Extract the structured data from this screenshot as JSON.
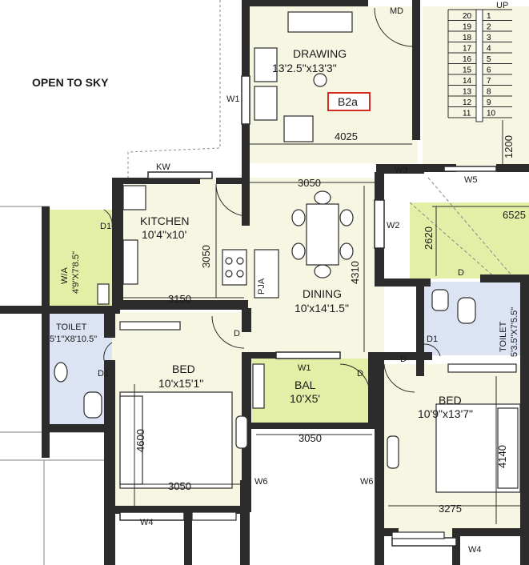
{
  "open_to_sky": "OPEN TO SKY",
  "unit_tag": "B2a",
  "rooms": {
    "drawing": {
      "name": "DRAWING",
      "size": "13'2.5\"x13'3\""
    },
    "kitchen": {
      "name": "KITCHEN",
      "size": "10'4\"x10'"
    },
    "dining": {
      "name": "DINING",
      "size": "10'x14'1.5\""
    },
    "bed1": {
      "name": "BED",
      "size": "10'x15'1\""
    },
    "bed2": {
      "name": "BED",
      "size": "10'9\"x13'7\""
    },
    "bal": {
      "name": "BAL",
      "size": "10'X5'"
    },
    "toilet1": {
      "name": "TOILET",
      "size": "5'1\"X8'10.5\""
    },
    "toilet2": {
      "name": "TOILET",
      "size": "5'3.5\"X7'5.5\""
    },
    "wa": {
      "name": "W/A",
      "size": "4'9\"X7'8.5\""
    }
  },
  "labels": {
    "md": "MD",
    "up": "UP",
    "kw": "KW",
    "pja": "PJA",
    "w1a": "W1",
    "w1b": "W1",
    "w2": "W2",
    "w3": "W3",
    "w4a": "W4",
    "w4b": "W4",
    "w5": "W5",
    "w6a": "W6",
    "w6b": "W6",
    "d1a": "D1",
    "d1b": "D1",
    "d1c": "D1",
    "da": "D",
    "db": "D",
    "dc": "D",
    "dd": "D"
  },
  "dimensions": {
    "d4025": "4025",
    "d3050a": "3050",
    "d3050b": "3050",
    "d3050c": "3050",
    "d3050d": "3050",
    "d3150": "3150",
    "d4310": "4310",
    "d2620": "2620",
    "d6525": "6525",
    "d1200": "1200",
    "d4600": "4600",
    "d4140": "4140",
    "d3275": "3275"
  },
  "stairs": {
    "left": [
      "20",
      "19",
      "18",
      "17",
      "16",
      "15",
      "14",
      "13",
      "12",
      "11"
    ],
    "right": [
      "1",
      "2",
      "3",
      "4",
      "5",
      "6",
      "7",
      "8",
      "9",
      "10"
    ]
  },
  "colors": {
    "floor": "#f7f6e3",
    "green": "#e3efa6",
    "toilet": "#dce3f3",
    "wall": "#2c2c2c",
    "tag": "#d32b1e"
  }
}
